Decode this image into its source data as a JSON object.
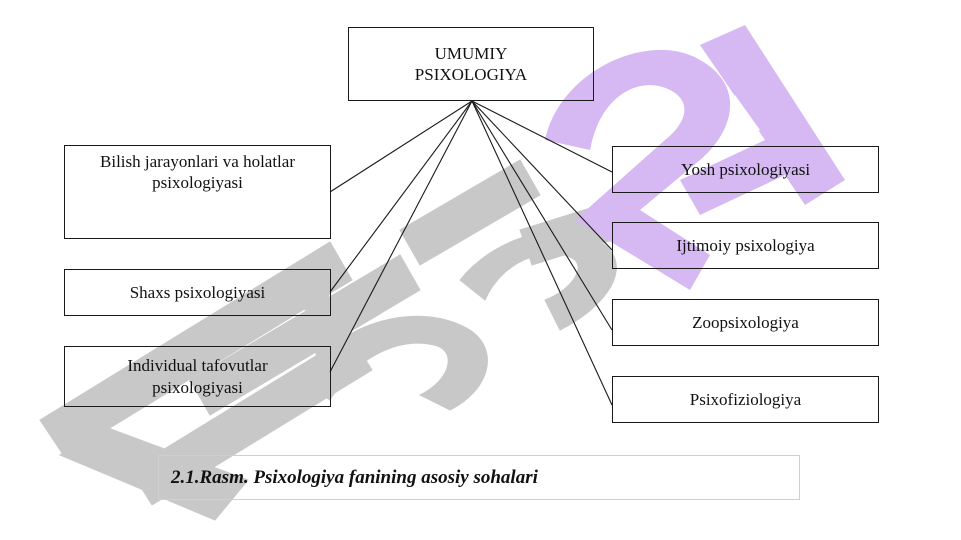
{
  "diagram": {
    "root": {
      "lines": [
        "UMUMIY",
        "PSIXOLOGIYA"
      ]
    },
    "left_branches": [
      {
        "lines": [
          "Bilish jarayonlari va holatlar",
          "psixologiyasi"
        ]
      },
      {
        "lines": [
          "Shaxs psixologiyasi"
        ]
      },
      {
        "lines": [
          "Individual tafovutlar",
          "psixologiyasi"
        ]
      }
    ],
    "right_branches": [
      {
        "lines": [
          "Yosh psixologiyasi"
        ]
      },
      {
        "lines": [
          "Ijtimoiy psixologiya"
        ]
      },
      {
        "lines": [
          "Zoopsixologiya"
        ]
      },
      {
        "lines": [
          "Psixofiziologiya"
        ]
      }
    ]
  },
  "caption": "2.1.Rasm.  Psixologiya fanining asosiy sohalari",
  "colors": {
    "watermark_gray": "#c8c8c8",
    "watermark_purple": "#d6b8f2",
    "line": "#1a1a1a"
  }
}
